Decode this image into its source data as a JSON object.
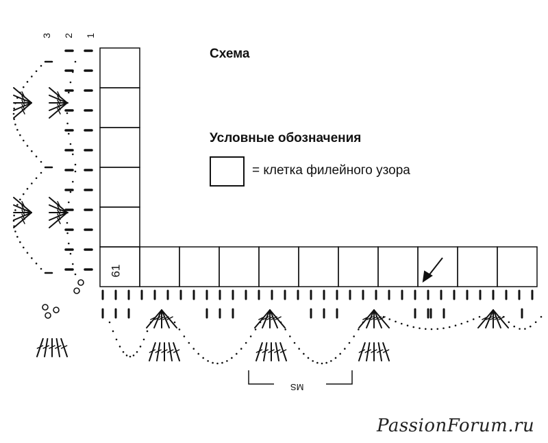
{
  "title": "Схема",
  "legend": {
    "heading": "Условные обозначения",
    "filet_cell": "= клетка филейного узора"
  },
  "row_numbers": [
    "3",
    "2",
    "1"
  ],
  "cell_number": "61",
  "repeat_label": "MS",
  "watermark": "PassionForum.ru"
}
